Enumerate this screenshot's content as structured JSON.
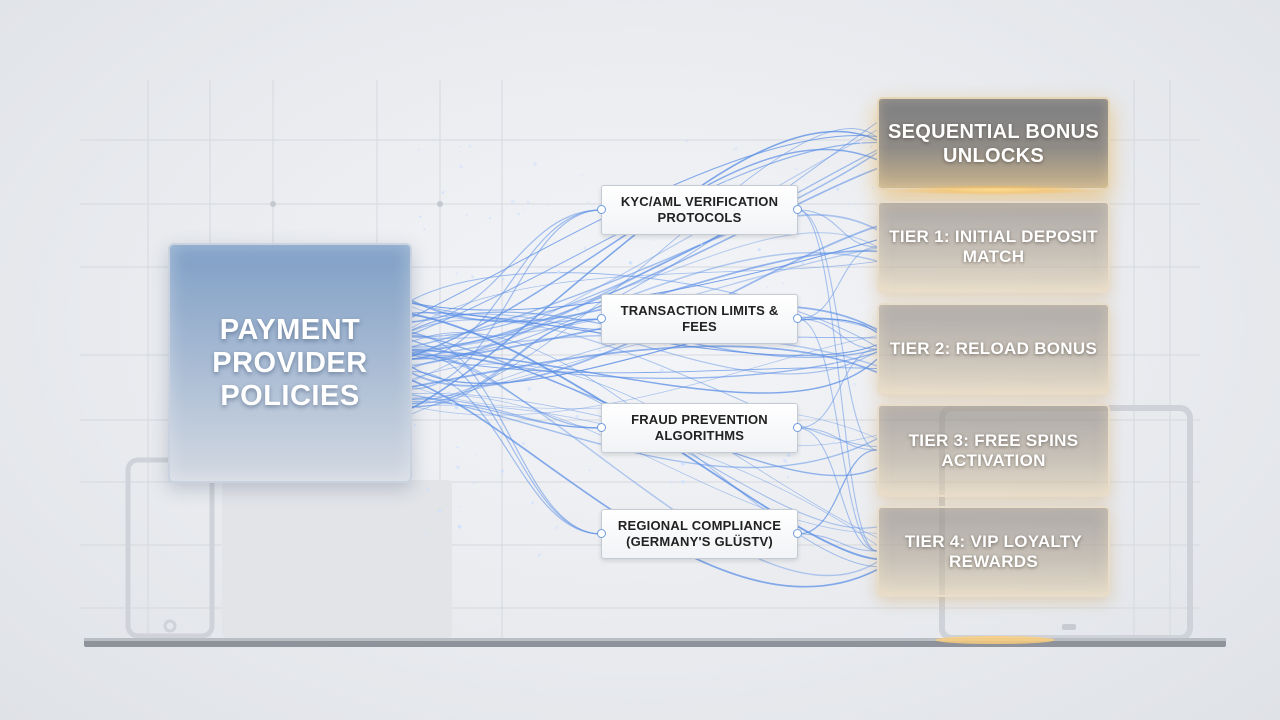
{
  "source": {
    "label": "PAYMENT PROVIDER POLICIES"
  },
  "policies": [
    {
      "label": "KYC/AML VERIFICATION PROTOCOLS"
    },
    {
      "label": "TRANSACTION LIMITS & FEES"
    },
    {
      "label": "FRAUD PREVENTION ALGORITHMS"
    },
    {
      "label": "REGIONAL COMPLIANCE (GERMANY'S GLÜSTV)"
    }
  ],
  "header": {
    "label": "SEQUENTIAL BONUS UNLOCKS"
  },
  "tiers": [
    {
      "label": "TIER 1: INITIAL DEPOSIT MATCH"
    },
    {
      "label": "TIER 2: RELOAD BONUS"
    },
    {
      "label": "TIER 3: FREE SPINS ACTIVATION"
    },
    {
      "label": "TIER 4: VIP LOYALTY REWARDS"
    }
  ],
  "colors": {
    "flow": "#5b8fe6",
    "accent": "#f0b552",
    "source_box": "#8faacd"
  }
}
